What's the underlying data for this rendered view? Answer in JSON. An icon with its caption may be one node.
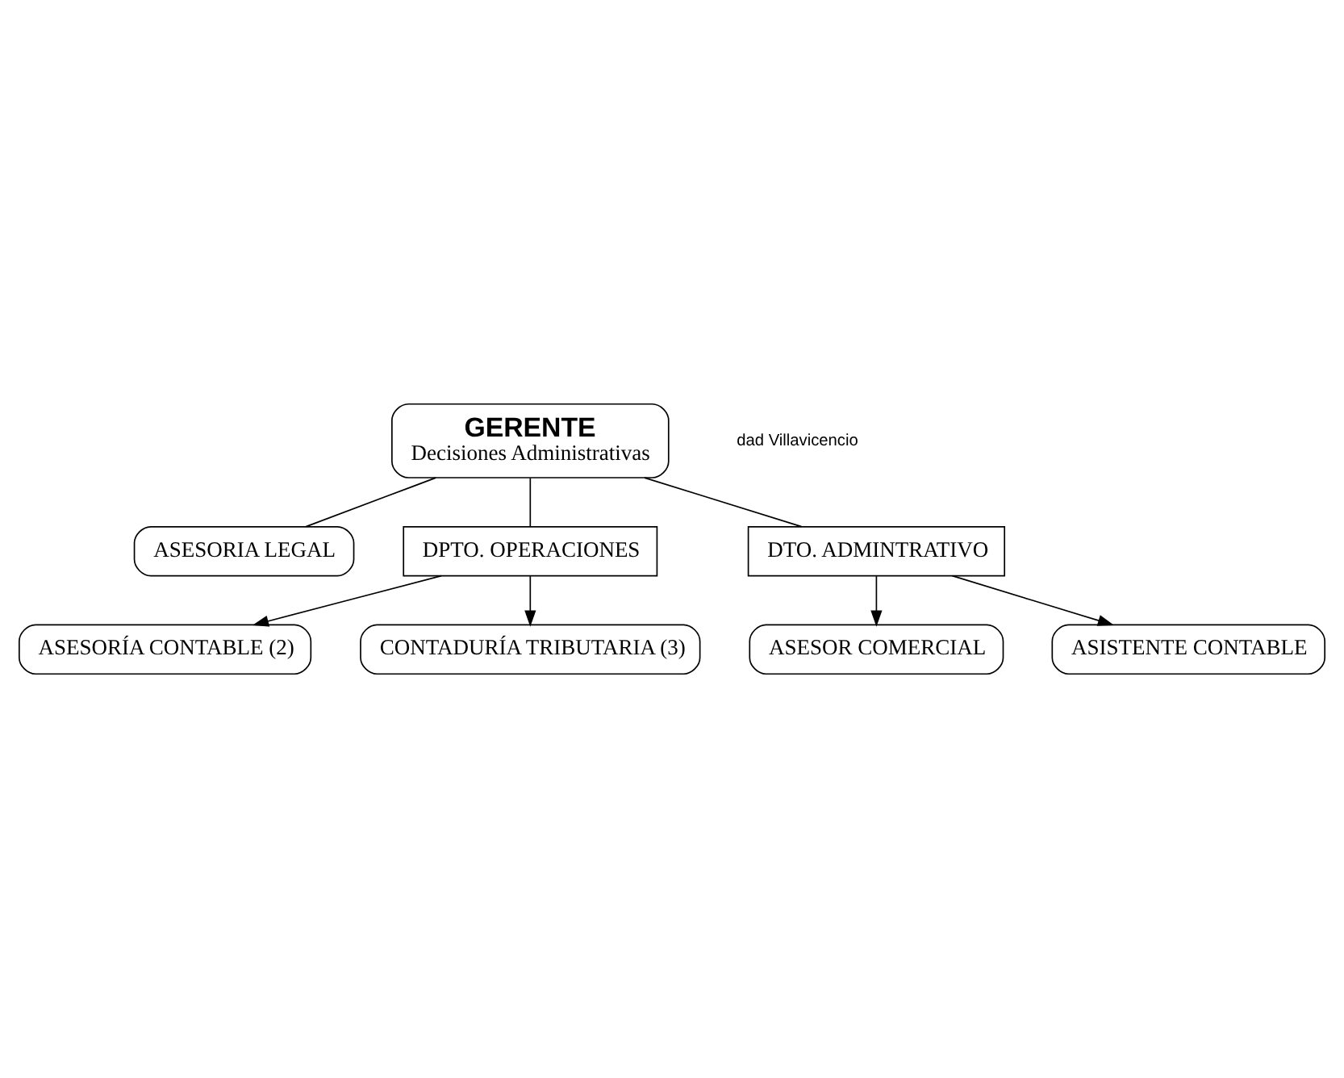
{
  "diagram": {
    "nodes": [
      {
        "text": [
          "GERENTE",
          "Decisiones Administrativas"
        ]
      },
      {
        "text": [
          "ASESORIA LEGAL"
        ]
      },
      {
        "text": [
          "DPTO. OPERACIONES"
        ]
      },
      {
        "text": [
          "DTO. ADMINTRATIVO"
        ]
      },
      {
        "text": [
          "ASESORÍA CONTABLE (2)"
        ]
      },
      {
        "text": [
          "CONTADURÍA TRIBUTARIA (3)"
        ]
      },
      {
        "text": [
          "ASESOR COMERCIAL"
        ]
      },
      {
        "text": [
          "ASISTENTE CONTABLE"
        ]
      }
    ],
    "edges": [
      {
        "from": 0,
        "to": 1,
        "arrow": "none"
      },
      {
        "from": 0,
        "to": 2,
        "arrow": "none"
      },
      {
        "from": 0,
        "to": 3,
        "arrow": "none"
      },
      {
        "from": 2,
        "to": 4,
        "arrow": "to"
      },
      {
        "from": 2,
        "to": 5,
        "arrow": "to"
      },
      {
        "from": 3,
        "to": 6,
        "arrow": "to"
      },
      {
        "from": 3,
        "to": 7,
        "arrow": "to"
      }
    ],
    "labels": [
      "dad Villavicencio"
    ]
  }
}
